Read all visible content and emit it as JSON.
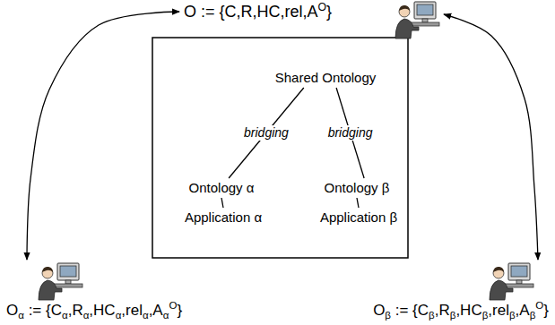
{
  "diagram": {
    "nodes": [
      {
        "text": [
          "O := {C,R,HC,rel,AO}"
        ]
      },
      {
        "text": [
          "Shared Ontology"
        ]
      },
      {
        "text": [
          "Ontology α"
        ]
      },
      {
        "text": [
          "Ontology β"
        ]
      },
      {
        "text": [
          "Application α"
        ]
      },
      {
        "text": [
          "Application β"
        ]
      },
      {
        "text": [
          "Oα := {Cα,Rα,HCα,relα,AαO}"
        ]
      },
      {
        "text": [
          "Oβ := {Cβ,Rβ,HCβ,relβ,AβO}"
        ]
      }
    ],
    "edges": [
      {
        "from": 1,
        "to": 2,
        "label": "bridging",
        "arrow": "none"
      },
      {
        "from": 1,
        "to": 3,
        "label": "bridging",
        "arrow": "none"
      },
      {
        "from": 2,
        "to": 4,
        "arrow": "none"
      },
      {
        "from": 3,
        "to": 5,
        "arrow": "none"
      },
      {
        "from": 0,
        "to": 6,
        "arrow": "both"
      },
      {
        "from": 0,
        "to": 7,
        "arrow": "both"
      }
    ]
  }
}
